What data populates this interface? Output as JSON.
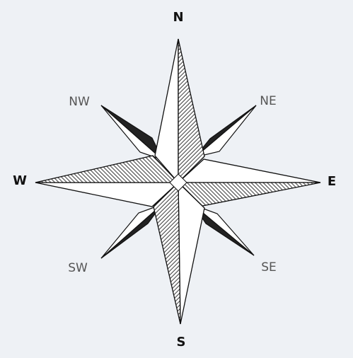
{
  "labels": {
    "n": "N",
    "ne": "NE",
    "e": "E",
    "se": "SE",
    "s": "S",
    "sw": "SW",
    "w": "W",
    "nw": "NW"
  },
  "colors": {
    "background": "#eef1f5",
    "ink": "#111111",
    "light_face": "#ffffff",
    "dark_face": "#222222",
    "hatch": "#3a3a3a",
    "minor_label": "#555555"
  }
}
